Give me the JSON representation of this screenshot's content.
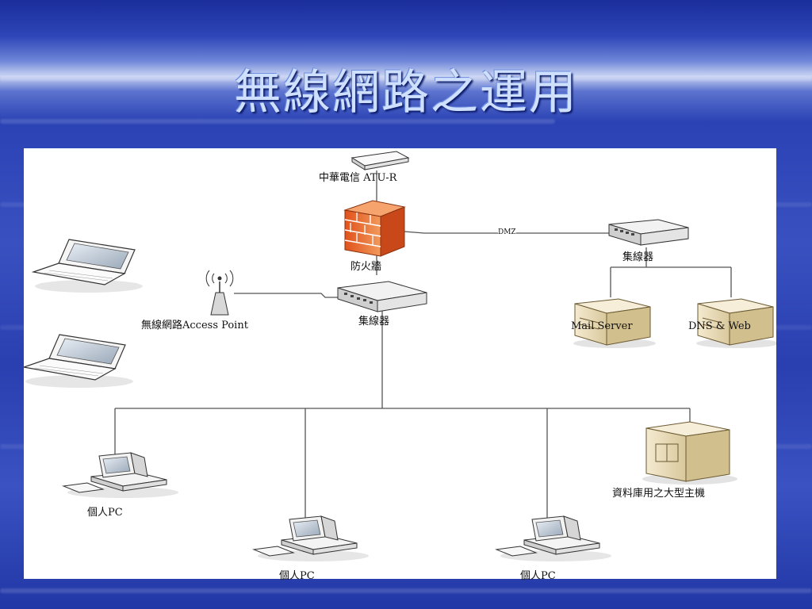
{
  "title": "無線網路之運用",
  "diagram": {
    "nodes": {
      "atu_r": "中華電信 ATU-R",
      "firewall": "防火牆",
      "hub_dmz": "集線器",
      "hub_main": "集線器",
      "access_point": "無線網路Access Point",
      "mail_server": "Mail Server",
      "dns_web": "DNS & Web",
      "pc_left": "個人PC",
      "pc_mid": "個人PC",
      "pc_right": "個人PC",
      "database": "資料庫用之大型主機"
    },
    "edge_labels": {
      "dmz": "DMZ"
    }
  }
}
